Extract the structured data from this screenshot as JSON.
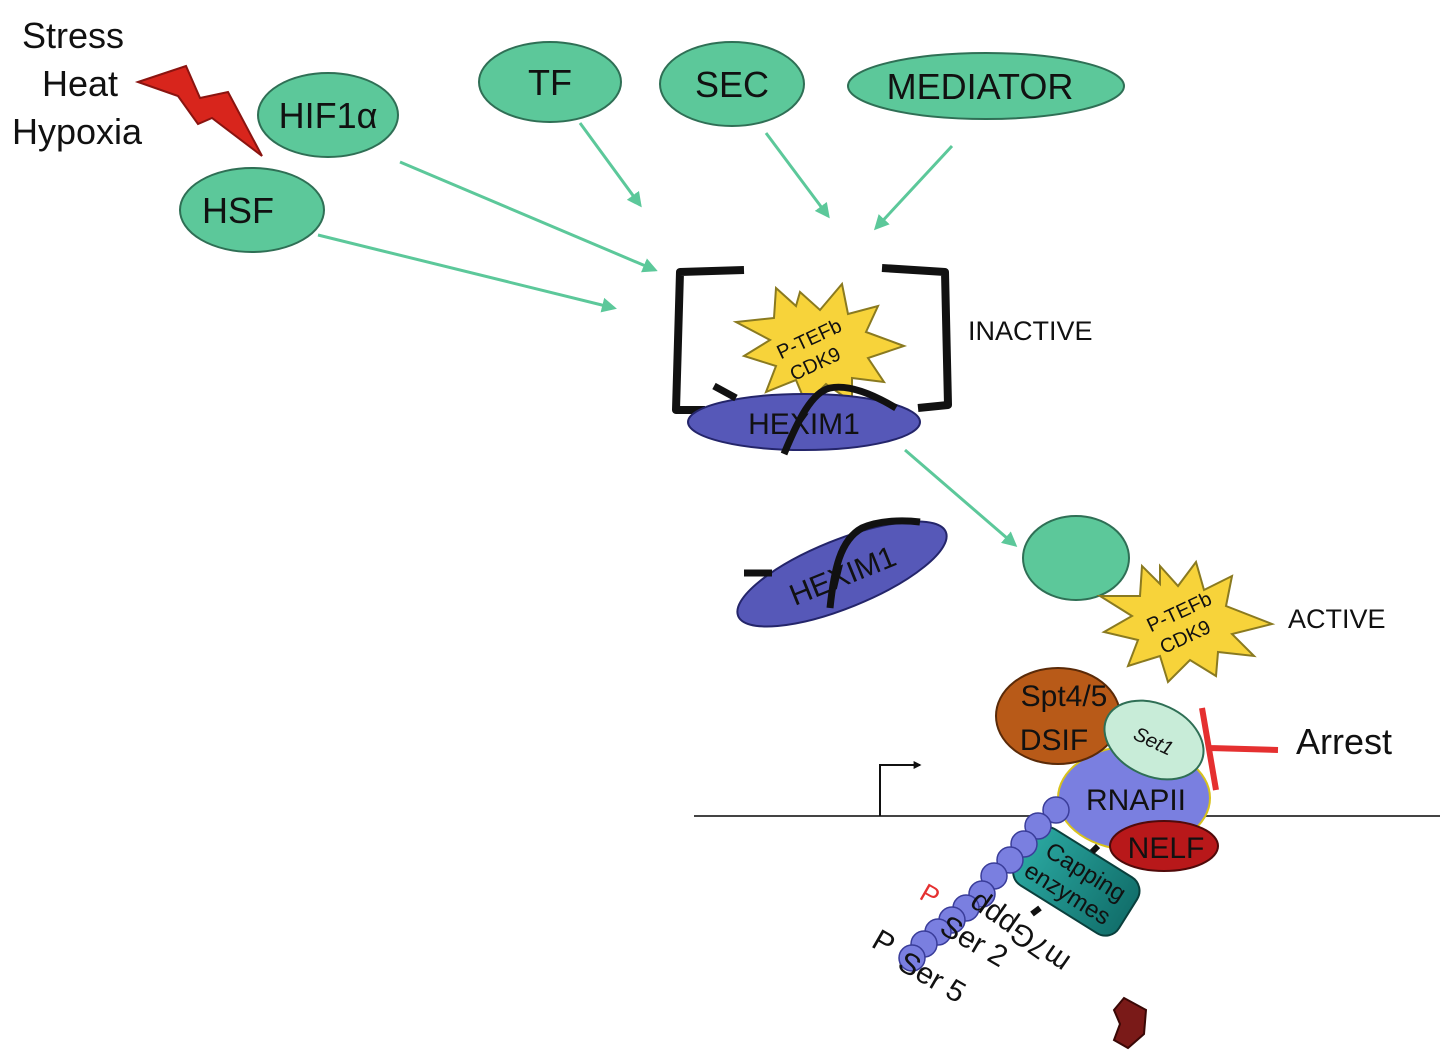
{
  "stimuli": {
    "line1": "Stress",
    "line2": "Heat",
    "line3": "Hypoxia"
  },
  "factors": {
    "hif1a": "HIF1α",
    "hsf": "HSF",
    "tf": "TF",
    "sec": "SEC",
    "mediator": "MEDIATOR"
  },
  "complex": {
    "ptefb_line1": "P-TEFb",
    "ptefb_line2": "CDK9",
    "hexim": "HEXIM1",
    "inactive": "INACTIVE",
    "active": "ACTIVE"
  },
  "elongation": {
    "spt_line1": "Spt4/5",
    "spt_line2": "DSIF",
    "set1": "Set1",
    "rnapii": "RNAPII",
    "nelf": "NELF",
    "capping_line1": "Capping",
    "capping_line2": "enzymes",
    "arrest": "Arrest",
    "m7gppp": "m7Gppp",
    "p_ser2": "P",
    "ser2": "Ser 2",
    "p_ser5": "P",
    "ser5": "Ser 5"
  },
  "colors": {
    "factor_green": "#5cc89a",
    "starburst_yellow": "#f7d33a",
    "hexim_blue": "#5658b8",
    "rnapii_blue": "#7a7fe0",
    "dsif_orange": "#b85a18",
    "nelf_red": "#b8181a",
    "capping_teal": "#1f8c88",
    "arrest_red": "#e53030",
    "lightning_red": "#d8251c"
  }
}
